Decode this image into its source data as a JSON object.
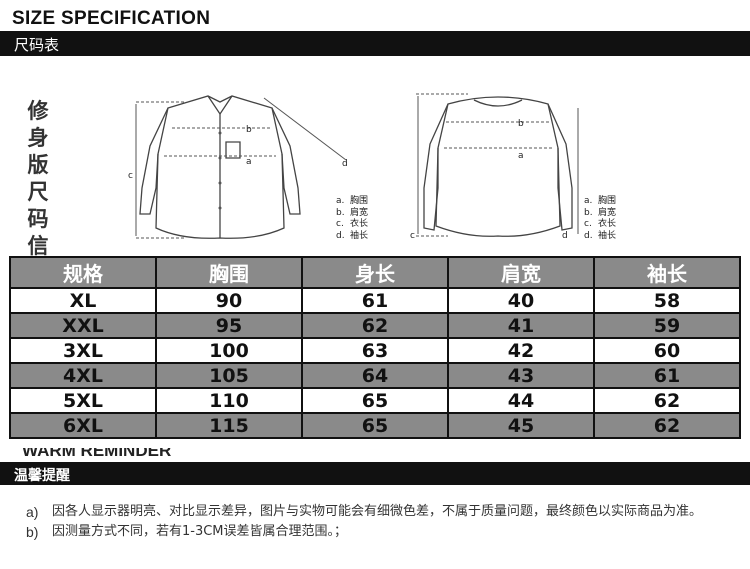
{
  "header": {
    "title": "SIZE SPECIFICATION",
    "subtitle": "尺码表"
  },
  "side_label": "修身版尺码信息",
  "legend": [
    {
      "key": "a.",
      "text": "胸围"
    },
    {
      "key": "b.",
      "text": "肩宽"
    },
    {
      "key": "c.",
      "text": "衣长"
    },
    {
      "key": "d.",
      "text": "袖长"
    }
  ],
  "diagram_markers": {
    "a": "a",
    "b": "b",
    "c": "c",
    "d": "d"
  },
  "table": {
    "headers": [
      "规格",
      "胸围",
      "身长",
      "肩宽",
      "袖长"
    ],
    "rows": [
      [
        "XL",
        "90",
        "61",
        "40",
        "58"
      ],
      [
        "XXL",
        "95",
        "62",
        "41",
        "59"
      ],
      [
        "3XL",
        "100",
        "63",
        "42",
        "60"
      ],
      [
        "4XL",
        "105",
        "64",
        "43",
        "61"
      ],
      [
        "5XL",
        "110",
        "65",
        "44",
        "62"
      ],
      [
        "6XL",
        "115",
        "65",
        "45",
        "62"
      ]
    ]
  },
  "warm": {
    "english": "WARM REMINDER",
    "title": "温馨提醒"
  },
  "notes": [
    {
      "marker": "a)",
      "text": "因各人显示器明亮、对比显示差异，图片与实物可能会有细微色差，不属于质量问题，最终颜色以实际商品为准。"
    },
    {
      "marker": "b)",
      "text": "因测量方式不同，若有1-3CM误差皆属合理范围。；"
    }
  ],
  "colors": {
    "bar": "#111111",
    "row_shade": "#8a8a8a",
    "header_text": "#ffffff"
  }
}
